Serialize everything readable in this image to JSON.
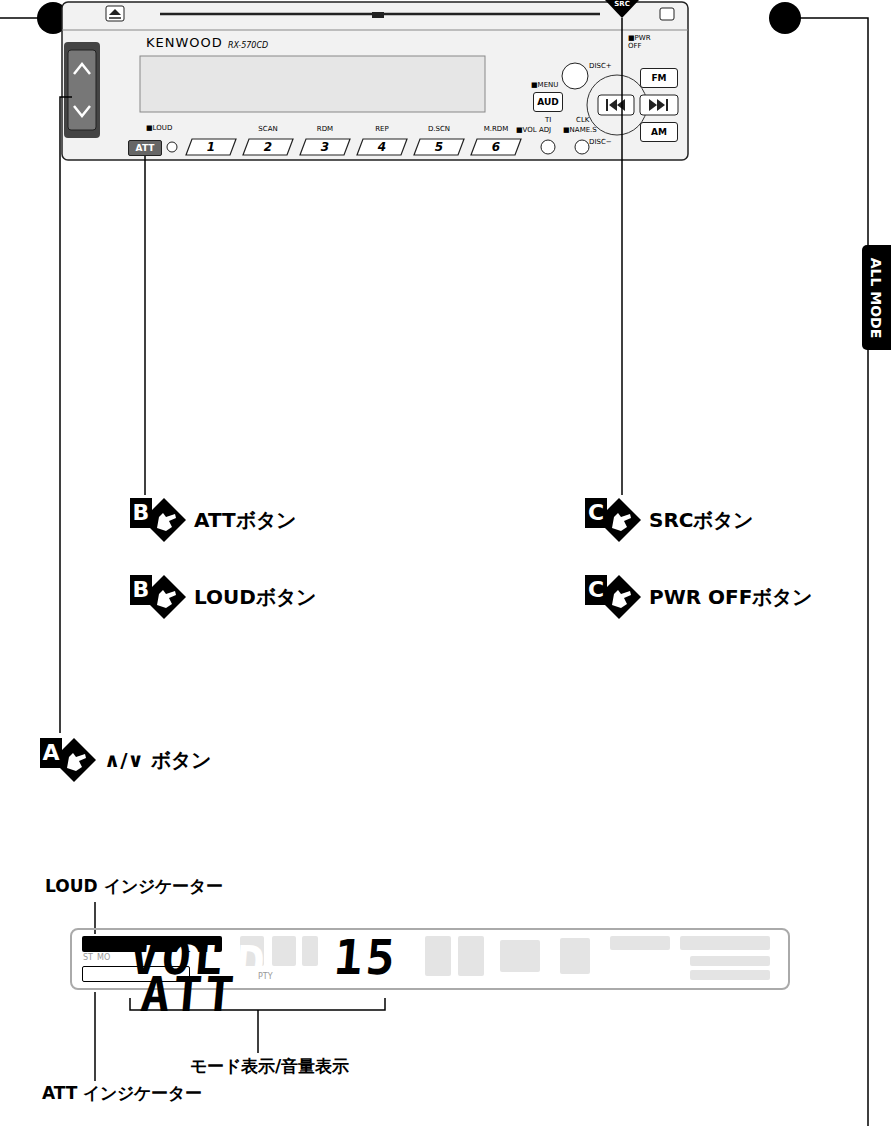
{
  "diagram": {
    "nodes": [
      {
        "text": [
          "SRC"
        ]
      },
      {
        "text": [
          "FM"
        ]
      },
      {
        "text": [
          "AUD"
        ]
      },
      {
        "text": [
          "AM"
        ]
      },
      {
        "text": [
          "ATT"
        ]
      },
      {
        "text": [
          "1"
        ]
      },
      {
        "text": [
          "2"
        ]
      },
      {
        "text": [
          "3"
        ]
      },
      {
        "text": [
          "4"
        ]
      },
      {
        "text": [
          "5"
        ]
      },
      {
        "text": [
          "6"
        ]
      },
      {
        "text": [
          "ALL MODE"
        ]
      },
      {
        "text": [
          "B",
          "ATTボタン"
        ]
      },
      {
        "text": [
          "C",
          "SRCボタン"
        ]
      },
      {
        "text": [
          "B",
          "LOUDボタン"
        ]
      },
      {
        "text": [
          "C",
          "PWR OFFボタン"
        ]
      },
      {
        "text": [
          "A",
          "∧/∨ ボタン"
        ]
      },
      {
        "text": [
          "VOL",
          "15"
        ]
      },
      {
        "text": [
          "LOUD"
        ],
        "in": 17
      },
      {
        "text": [
          "ATT"
        ],
        "in": 17
      }
    ],
    "edges": [
      {
        "from": 12,
        "to": 4,
        "arrow": "none"
      },
      {
        "from": 13,
        "to": 0,
        "arrow": "none"
      }
    ],
    "labels": [
      "KENWOOD",
      "RX-570CD",
      "■PWR OFF",
      "■MENU",
      "DISC+",
      "DISC−",
      "■LOUD",
      "SCAN",
      "RDM",
      "REP",
      "D.SCN",
      "M.RDM",
      "TI",
      "■VOL ADJ",
      "CLK",
      "■NAME.S",
      "ST",
      "MO",
      "PTY",
      "LOUD インジケーター",
      "モード表示/音量表示",
      "ATT インジケーター"
    ]
  }
}
